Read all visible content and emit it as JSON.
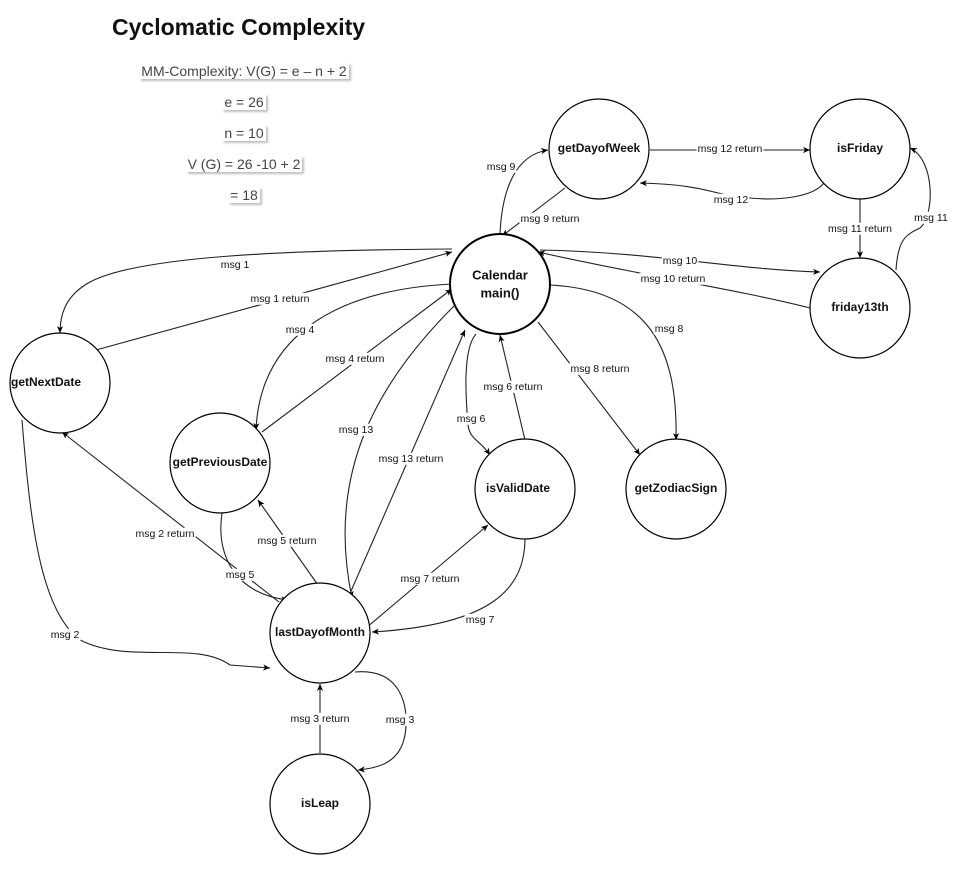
{
  "title": "Cyclomatic Complexity",
  "formula": {
    "line1": "MM-Complexity: V(G) = e – n + 2",
    "line2": "e = 26",
    "line3": "n = 10",
    "line4": "V (G) = 26 -10 + 2",
    "line5": "= 18"
  },
  "nodes": {
    "main_line1": "Calendar",
    "main_line2": "main()",
    "getDayofWeek": "getDayofWeek",
    "isFriday": "isFriday",
    "friday13th": "friday13th",
    "getNextDate": "getNextDate",
    "getPreviousDate": "getPreviousDate",
    "isValidDate": "isValidDate",
    "getZodiacSign": "getZodiacSign",
    "lastDayofMonth": "lastDayofMonth",
    "isLeap": "isLeap"
  },
  "edges": {
    "msg1": "msg 1",
    "msg1r": "msg 1 return",
    "msg2": "msg 2",
    "msg2r": "msg 2 return",
    "msg3": "msg 3",
    "msg3r": "msg 3 return",
    "msg4": "msg 4",
    "msg4r": "msg 4 return",
    "msg5": "msg 5",
    "msg5r": "msg 5 return",
    "msg6": "msg 6",
    "msg6r": "msg 6 return",
    "msg7": "msg 7",
    "msg7r": "msg 7 return",
    "msg8": "msg 8",
    "msg8r": "msg 8 return",
    "msg9": "msg 9",
    "msg9r": "msg 9 return",
    "msg10": "msg 10",
    "msg10r": "msg 10 return",
    "msg11": "msg 11",
    "msg11r": "msg 11 return",
    "msg12": "msg 12",
    "msg12r": "msg 12 return",
    "msg13": "msg 13",
    "msg13r": "msg 13 return"
  }
}
